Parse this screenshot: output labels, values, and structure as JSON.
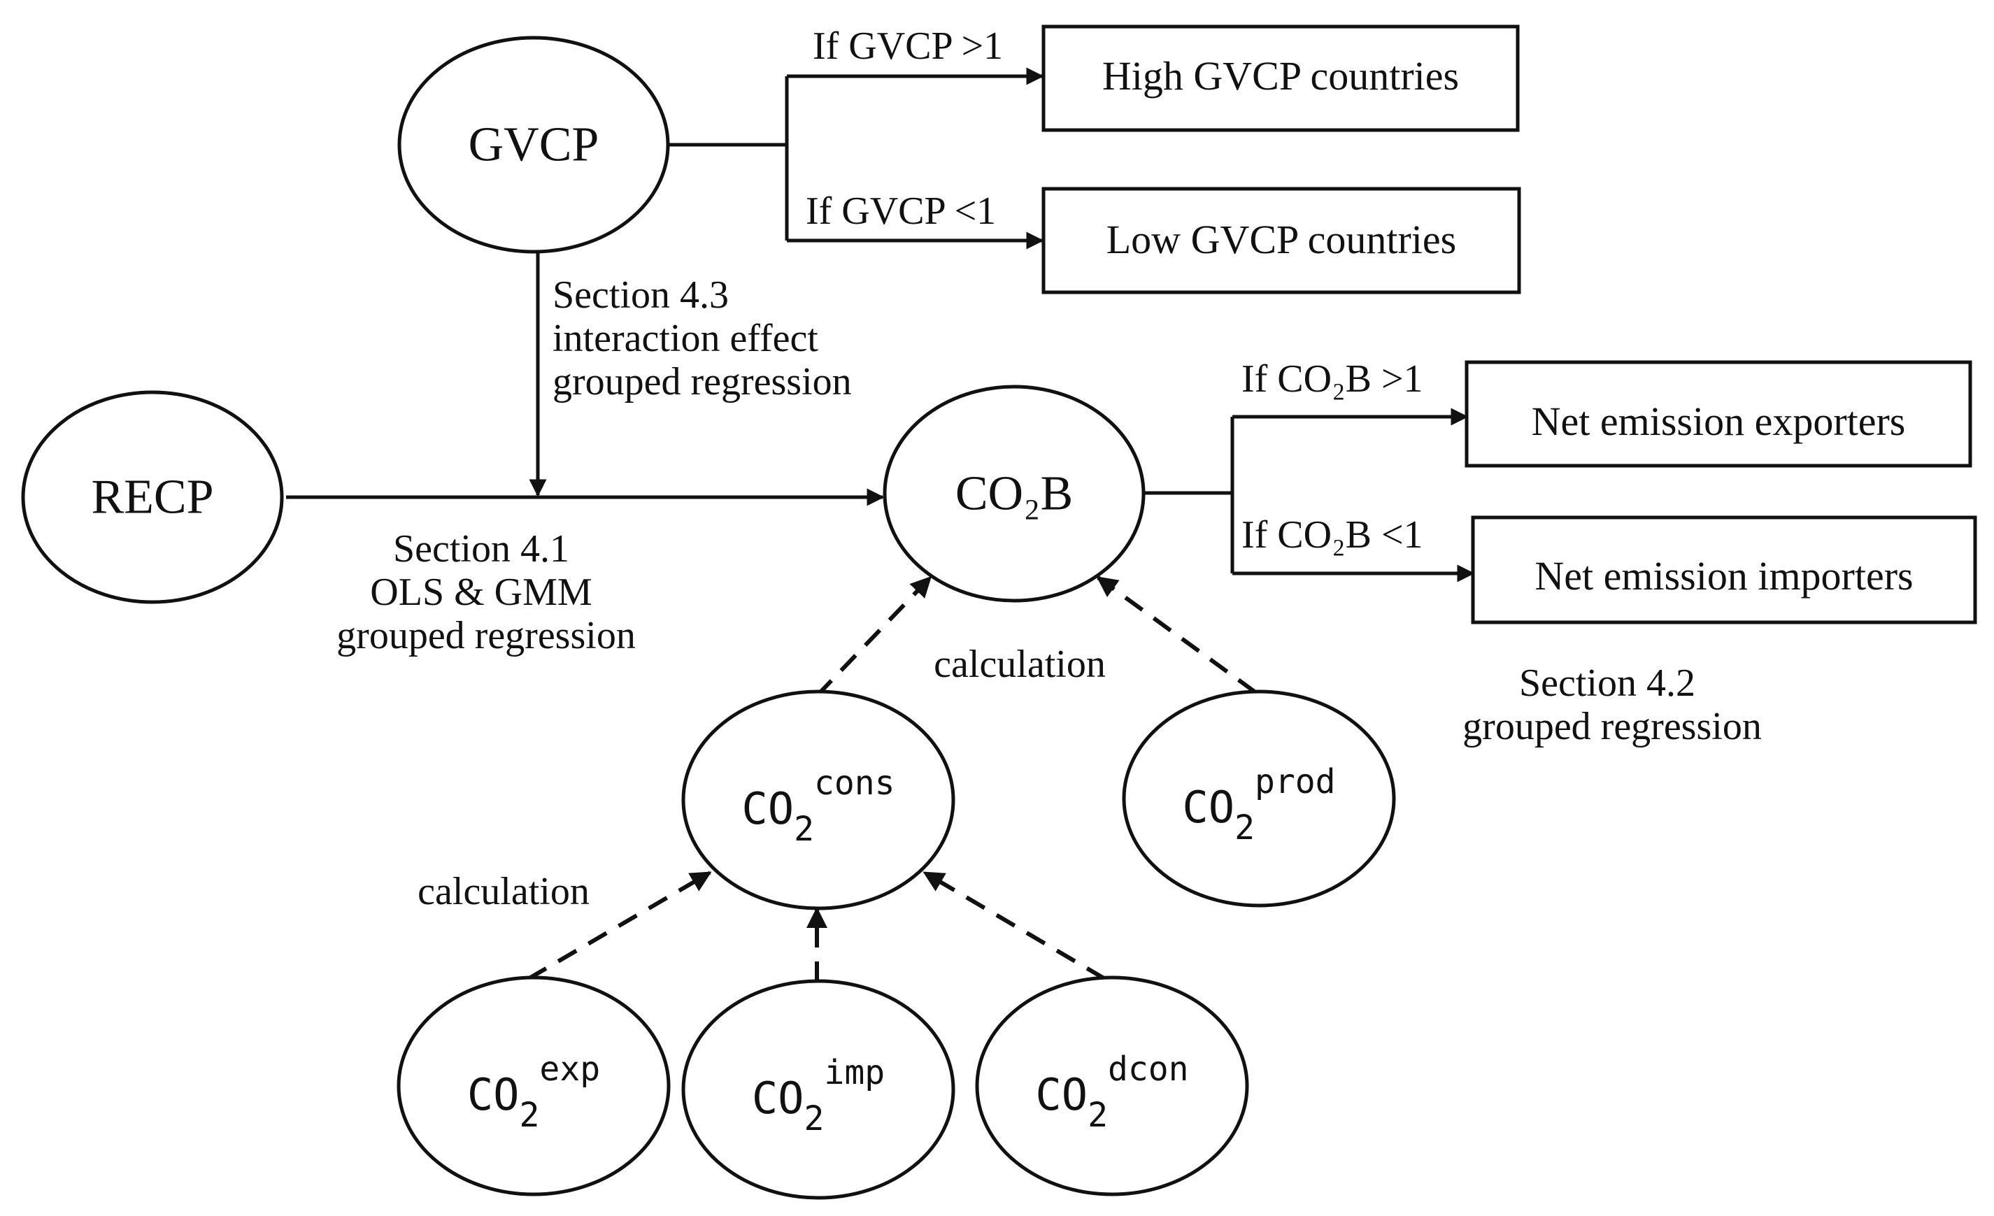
{
  "nodes": {
    "gvcp": "GVCP",
    "recp": "RECP",
    "co2b": "CO₂B",
    "co2_cons": {
      "base": "CO",
      "sub": "2",
      "sup": "cons"
    },
    "co2_prod": {
      "base": "CO",
      "sub": "2",
      "sup": "prod"
    },
    "co2_exp": {
      "base": "CO",
      "sub": "2",
      "sup": "exp"
    },
    "co2_imp": {
      "base": "CO",
      "sub": "2",
      "sup": "imp"
    },
    "co2_dcon": {
      "base": "CO",
      "sub": "2",
      "sup": "dcon"
    }
  },
  "boxes": {
    "high_gvcp": "High GVCP countries",
    "low_gvcp": "Low GVCP countries",
    "net_exporters": "Net emission exporters",
    "net_importers": "Net emission importers"
  },
  "conditions": {
    "gvcp_gt": "If GVCP >1",
    "gvcp_lt": "If GVCP <1",
    "co2b_gt": "If CO₂B >1",
    "co2b_lt": "If CO₂B <1"
  },
  "labels": {
    "section_43": [
      "Section 4.3",
      "interaction effect",
      "grouped regression"
    ],
    "section_41": [
      "Section 4.1",
      "OLS & GMM",
      "grouped regression"
    ],
    "section_42": [
      "Section 4.2",
      "grouped regression"
    ],
    "calc_upper": "calculation",
    "calc_lower": "calculation"
  }
}
